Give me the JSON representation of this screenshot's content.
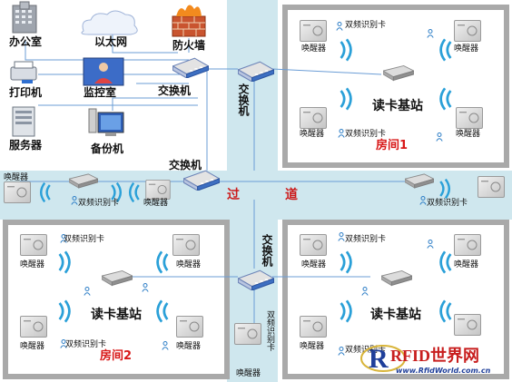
{
  "colors": {
    "corridor": "#cfe7ee",
    "room_border": "#a9a9a9",
    "room_fill": "#ffffff",
    "line": "#6b9dd6",
    "label_red": "#d81818",
    "brand_red": "#c81e1e",
    "brand_blue": "#1f3f9a"
  },
  "office": {
    "office": "办公室",
    "ethernet": "以太网",
    "firewall": "防火墙",
    "printer": "打印机",
    "monitor_room": "监控室",
    "switch": "交换机",
    "server": "服务器",
    "backup": "备份机"
  },
  "switch_label": "交换机",
  "corridor": {
    "char1": "过",
    "char2": "道"
  },
  "labels": {
    "waker": "唤醒器",
    "dual_card": "双频识别卡",
    "reader": "读卡基站"
  },
  "rooms": {
    "room1": "房间1",
    "room2": "房间2"
  },
  "brand": {
    "text": "RFID世界网",
    "url": "www.RfidWorld.com.cn"
  }
}
